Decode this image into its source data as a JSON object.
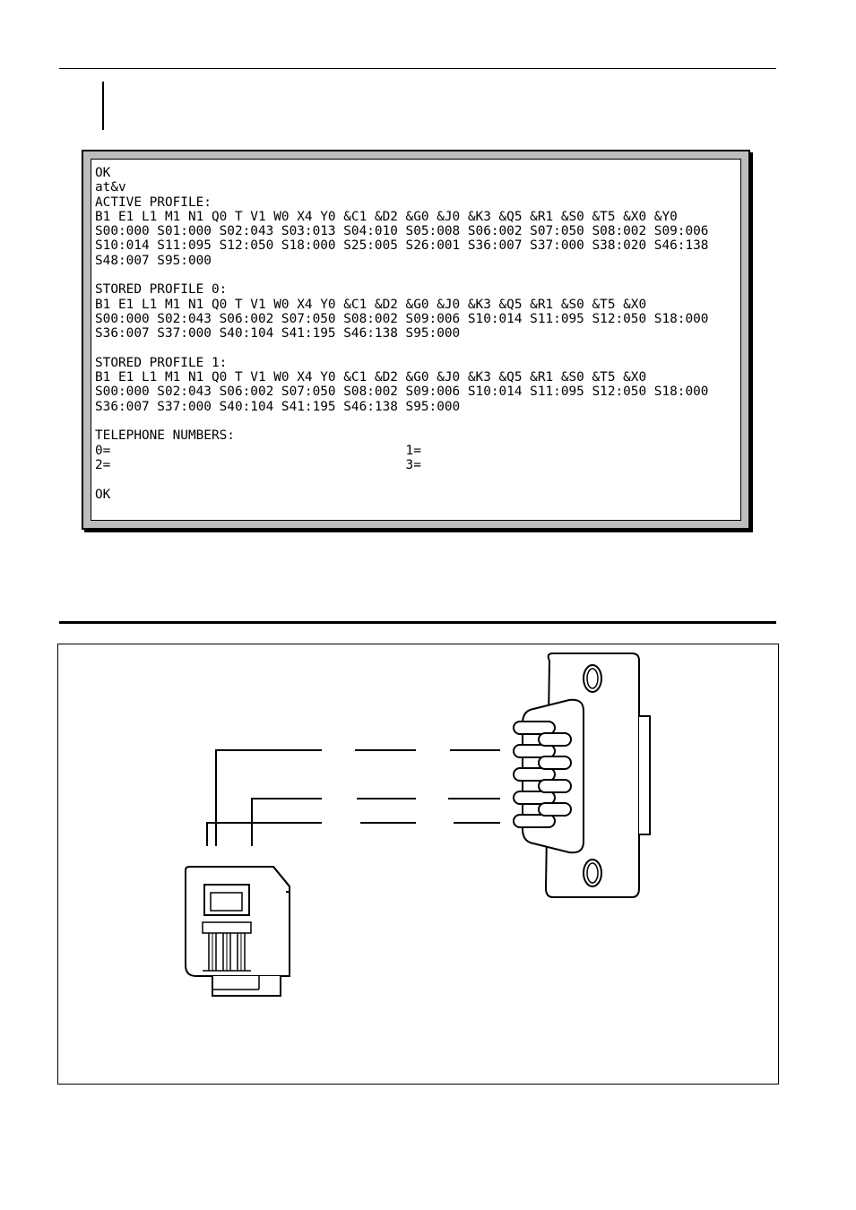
{
  "terminal": {
    "lines": [
      "OK",
      "at&v",
      "ACTIVE PROFILE:",
      "B1 E1 L1 M1 N1 Q0 T V1 W0 X4 Y0 &C1 &D2 &G0 &J0 &K3 &Q5 &R1 &S0 &T5 &X0 &Y0",
      "S00:000 S01:000 S02:043 S03:013 S04:010 S05:008 S06:002 S07:050 S08:002 S09:006",
      "S10:014 S11:095 S12:050 S18:000 S25:005 S26:001 S36:007 S37:000 S38:020 S46:138",
      "S48:007 S95:000",
      "",
      "STORED PROFILE 0:",
      "B1 E1 L1 M1 N1 Q0 T V1 W0 X4 Y0 &C1 &D2 &G0 &J0 &K3 &Q5 &R1 &S0 &T5 &X0",
      "S00:000 S02:043 S06:002 S07:050 S08:002 S09:006 S10:014 S11:095 S12:050 S18:000",
      "S36:007 S37:000 S40:104 S41:195 S46:138 S95:000",
      "",
      "STORED PROFILE 1:",
      "B1 E1 L1 M1 N1 Q0 T V1 W0 X4 Y0 &C1 &D2 &G0 &J0 &K3 &Q5 &R1 &S0 &T5 &X0",
      "S00:000 S02:043 S06:002 S07:050 S08:002 S09:006 S10:014 S11:095 S12:050 S18:000",
      "S36:007 S37:000 S40:104 S41:195 S46:138 S95:000",
      "",
      "TELEPHONE NUMBERS:",
      "0=                                      1=",
      "2=                                      3=",
      "",
      "OK"
    ]
  },
  "colors": {
    "frame": "#bdbdbd",
    "ink": "#000000",
    "paper": "#ffffff"
  },
  "figure": {
    "description_icons": [
      "rj-modular-plug-icon",
      "db9-connector-icon"
    ]
  }
}
